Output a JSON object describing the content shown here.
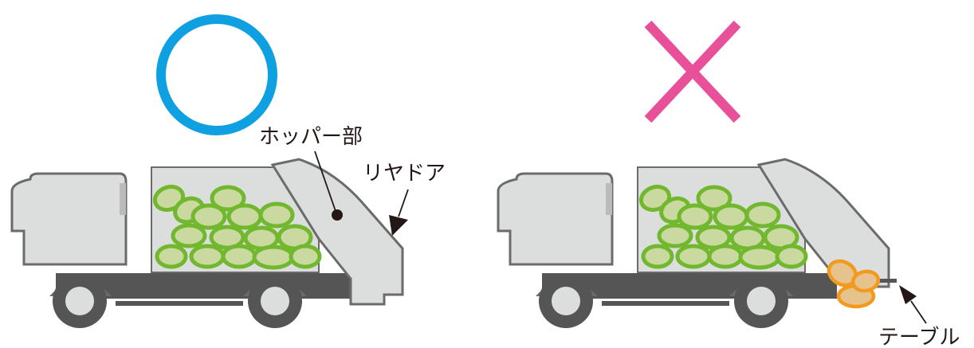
{
  "left_panel": {
    "verdict_mark": "○",
    "verdict_color": "#0ea0e0",
    "labels": {
      "hopper": "ホッパー部",
      "rear_door": "リヤドア"
    }
  },
  "right_panel": {
    "verdict_mark": "×",
    "verdict_color": "#e8509a",
    "labels": {
      "table": "テーブル"
    }
  },
  "colors": {
    "truck_body": "#dcdddd",
    "truck_outline": "#5a5a5a",
    "chassis": "#555555",
    "bag_fill": "#c9d9a0",
    "bag_outline": "#72b82e",
    "spill_fill": "#e6c28c",
    "spill_outline": "#f29a1e",
    "leader_line": "#231815"
  }
}
